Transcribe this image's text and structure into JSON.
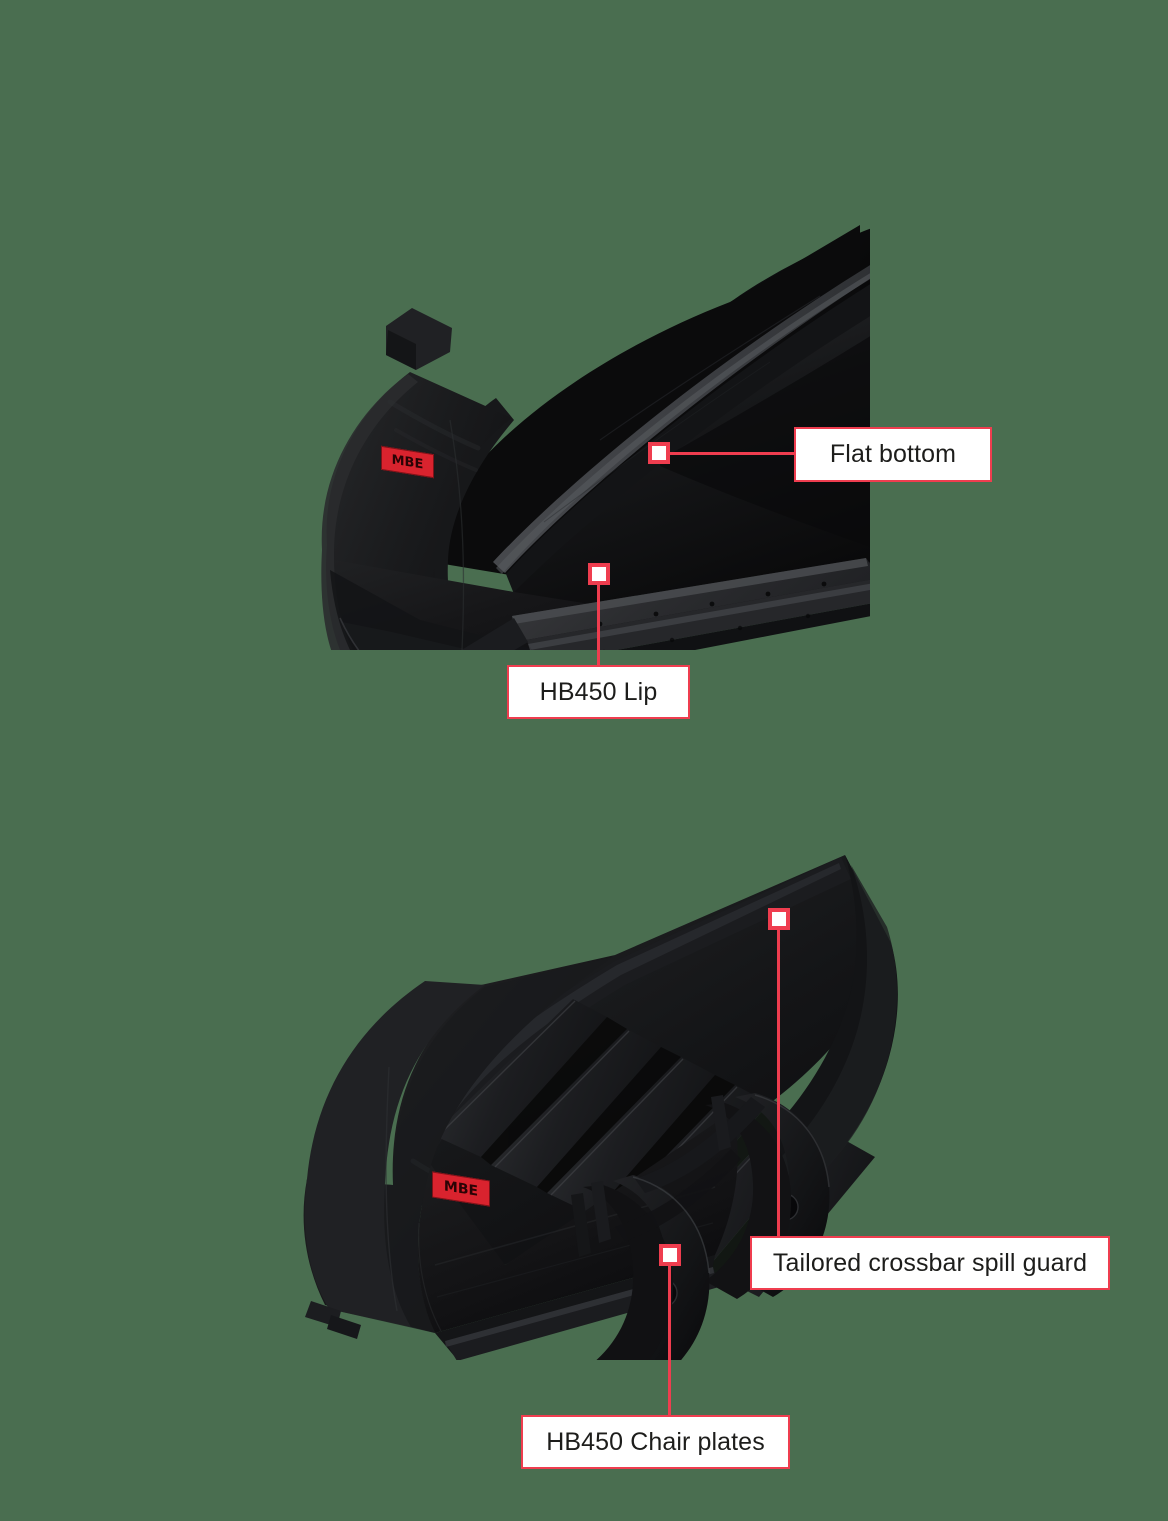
{
  "page": {
    "background_color": "#4a6e50",
    "accent_color": "#ef3d4f",
    "label_text_color": "#1d1d1b",
    "label_background": "#ffffff",
    "product_color": "#121212"
  },
  "brand": {
    "plate_text": "MBE",
    "plate_color": "#d9232e"
  },
  "views": [
    {
      "id": "view-top",
      "name": "loader-bucket-front-view",
      "alt": "Loader bucket, three-quarter front view showing open mouth and flat bottom"
    },
    {
      "id": "view-bottom",
      "name": "loader-bucket-rear-view",
      "alt": "Loader bucket, three-quarter rear view showing ribbed back, crossbar spill guard and chair plates"
    }
  ],
  "callouts": [
    {
      "id": "flat-bottom",
      "label": "Flat bottom",
      "view": "view-top",
      "leader": "horizontal"
    },
    {
      "id": "hb450-lip",
      "label": "HB450 Lip",
      "view": "view-top",
      "leader": "vertical"
    },
    {
      "id": "tailored-crossbar-spill-guard",
      "label": "Tailored crossbar spill guard",
      "view": "view-bottom",
      "leader": "vertical"
    },
    {
      "id": "hb450-chair-plates",
      "label": "HB450 Chair plates",
      "view": "view-bottom",
      "leader": "vertical"
    }
  ]
}
